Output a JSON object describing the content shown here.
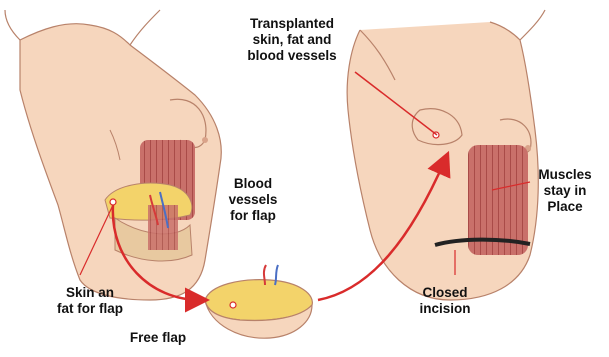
{
  "labels": {
    "transplanted": "Transplanted\nskin, fat and\nblood vessels",
    "blood_vessels": "Blood\nvessels\nfor flap",
    "muscles": "Muscles\nstay in\nPlace",
    "skin_fat": "Skin an\nfat for flap",
    "closed_incision": "Closed\nincision",
    "free_flap": "Free flap"
  },
  "colors": {
    "skin": "#f6d6bd",
    "skin_outline": "#b8826a",
    "muscle": "#c9706a",
    "arrow": "#d92b2b",
    "fat": "#f3d36a",
    "artery": "#d63a3a",
    "vein": "#4b6fc4",
    "incision": "#222222"
  },
  "icons": [
    "arrow-curve",
    "flap-shape",
    "torso-figure"
  ]
}
